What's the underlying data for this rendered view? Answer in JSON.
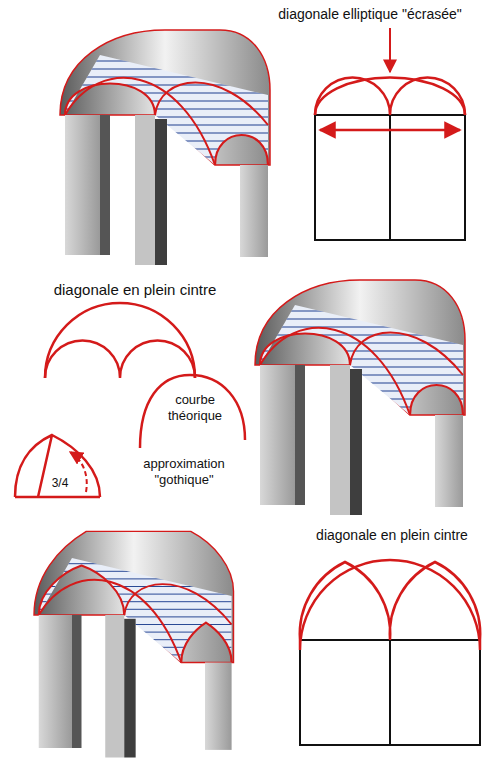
{
  "diagram": {
    "labels": [
      "diagonale elliptique \"écrasée\"",
      "diagonale en plein cintre",
      "courbe théorique",
      "approximation \"gothique\"",
      "3/4",
      "diagonale en plein cintre"
    ]
  }
}
